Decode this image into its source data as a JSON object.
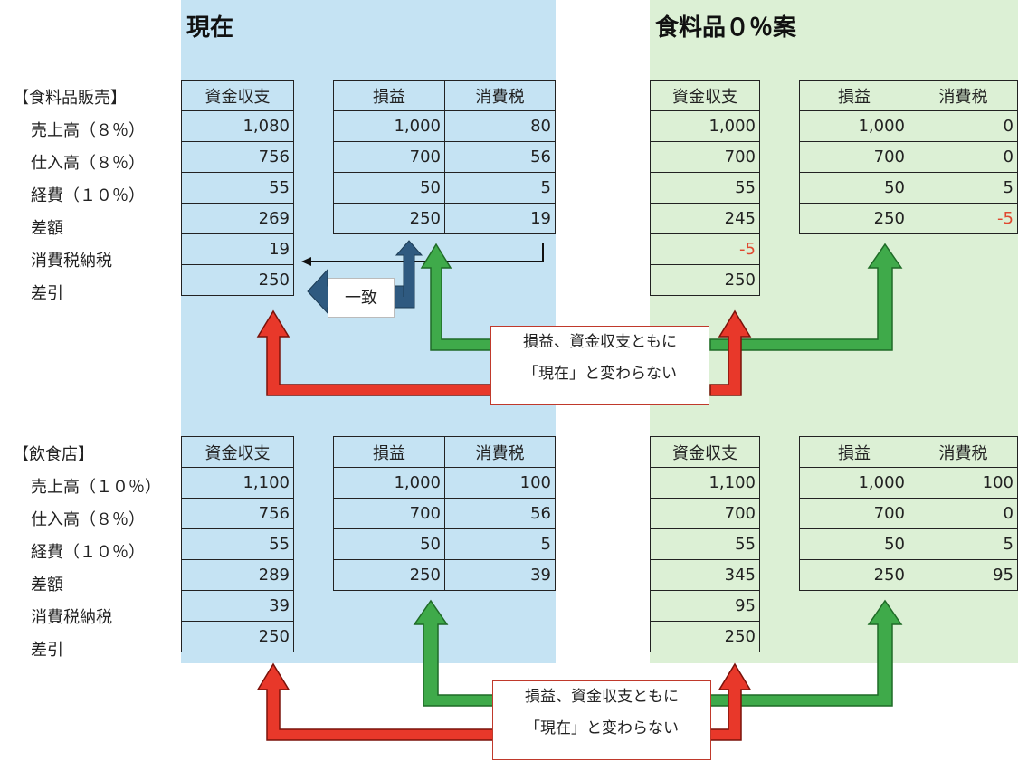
{
  "headings": {
    "now": "現在",
    "zero": "食料品０％案"
  },
  "row_labels": [
    "売上高（８％）",
    "仕入高（８％）",
    "経費（１０％）",
    "差額",
    "消費税納税",
    "差引"
  ],
  "row_labels_restaurant": [
    "売上高（１０％）",
    "仕入高（８％）",
    "経費（１０％）",
    "差額",
    "消費税納税",
    "差引"
  ],
  "columns": {
    "cash": "資金収支",
    "pl": "損益",
    "tax": "消費税"
  },
  "sections": {
    "food": {
      "label": "【食料品販売】",
      "now": {
        "cash": [
          "1,080",
          "756",
          "55",
          "269",
          "19",
          "250"
        ],
        "pl": [
          "1,000",
          "700",
          "50",
          "250"
        ],
        "tax": [
          "80",
          "56",
          "5",
          "19"
        ]
      },
      "zero": {
        "cash": [
          "1,000",
          "700",
          "55",
          "245",
          "-5",
          "250"
        ],
        "pl": [
          "1,000",
          "700",
          "50",
          "250"
        ],
        "tax": [
          "0",
          "0",
          "5",
          "-5"
        ]
      }
    },
    "restaurant": {
      "label": "【飲食店】",
      "now": {
        "cash": [
          "1,100",
          "756",
          "55",
          "289",
          "39",
          "250"
        ],
        "pl": [
          "1,000",
          "700",
          "50",
          "250"
        ],
        "tax": [
          "100",
          "56",
          "5",
          "39"
        ]
      },
      "zero": {
        "cash": [
          "1,100",
          "700",
          "55",
          "345",
          "95",
          "250"
        ],
        "pl": [
          "1,000",
          "700",
          "50",
          "250"
        ],
        "tax": [
          "100",
          "0",
          "5",
          "95"
        ]
      }
    }
  },
  "agree_label": "一致",
  "callout": {
    "line1": "損益、資金収支ともに",
    "line2": "「現在」と変わらない"
  },
  "colors": {
    "blue_band": "#c5e3f3",
    "green_band": "#dcf0d5",
    "red_arrow": "#e8382a",
    "green_arrow": "#3faa4a",
    "blue_arrow": "#2f5a80",
    "negative": "#e0482f"
  }
}
